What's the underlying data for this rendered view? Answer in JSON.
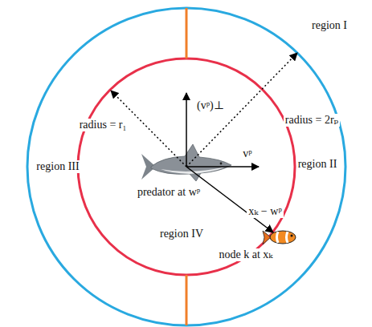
{
  "diagram": {
    "labels": [
      "region I",
      "radius = 2rₚ",
      "radius = r₁",
      "(vᵖ)⊥",
      "vᵖ",
      "region II",
      "region III",
      "predator at wᵖ",
      "xₖ − wᵖ",
      "region IV",
      "node k at xₖ"
    ]
  }
}
